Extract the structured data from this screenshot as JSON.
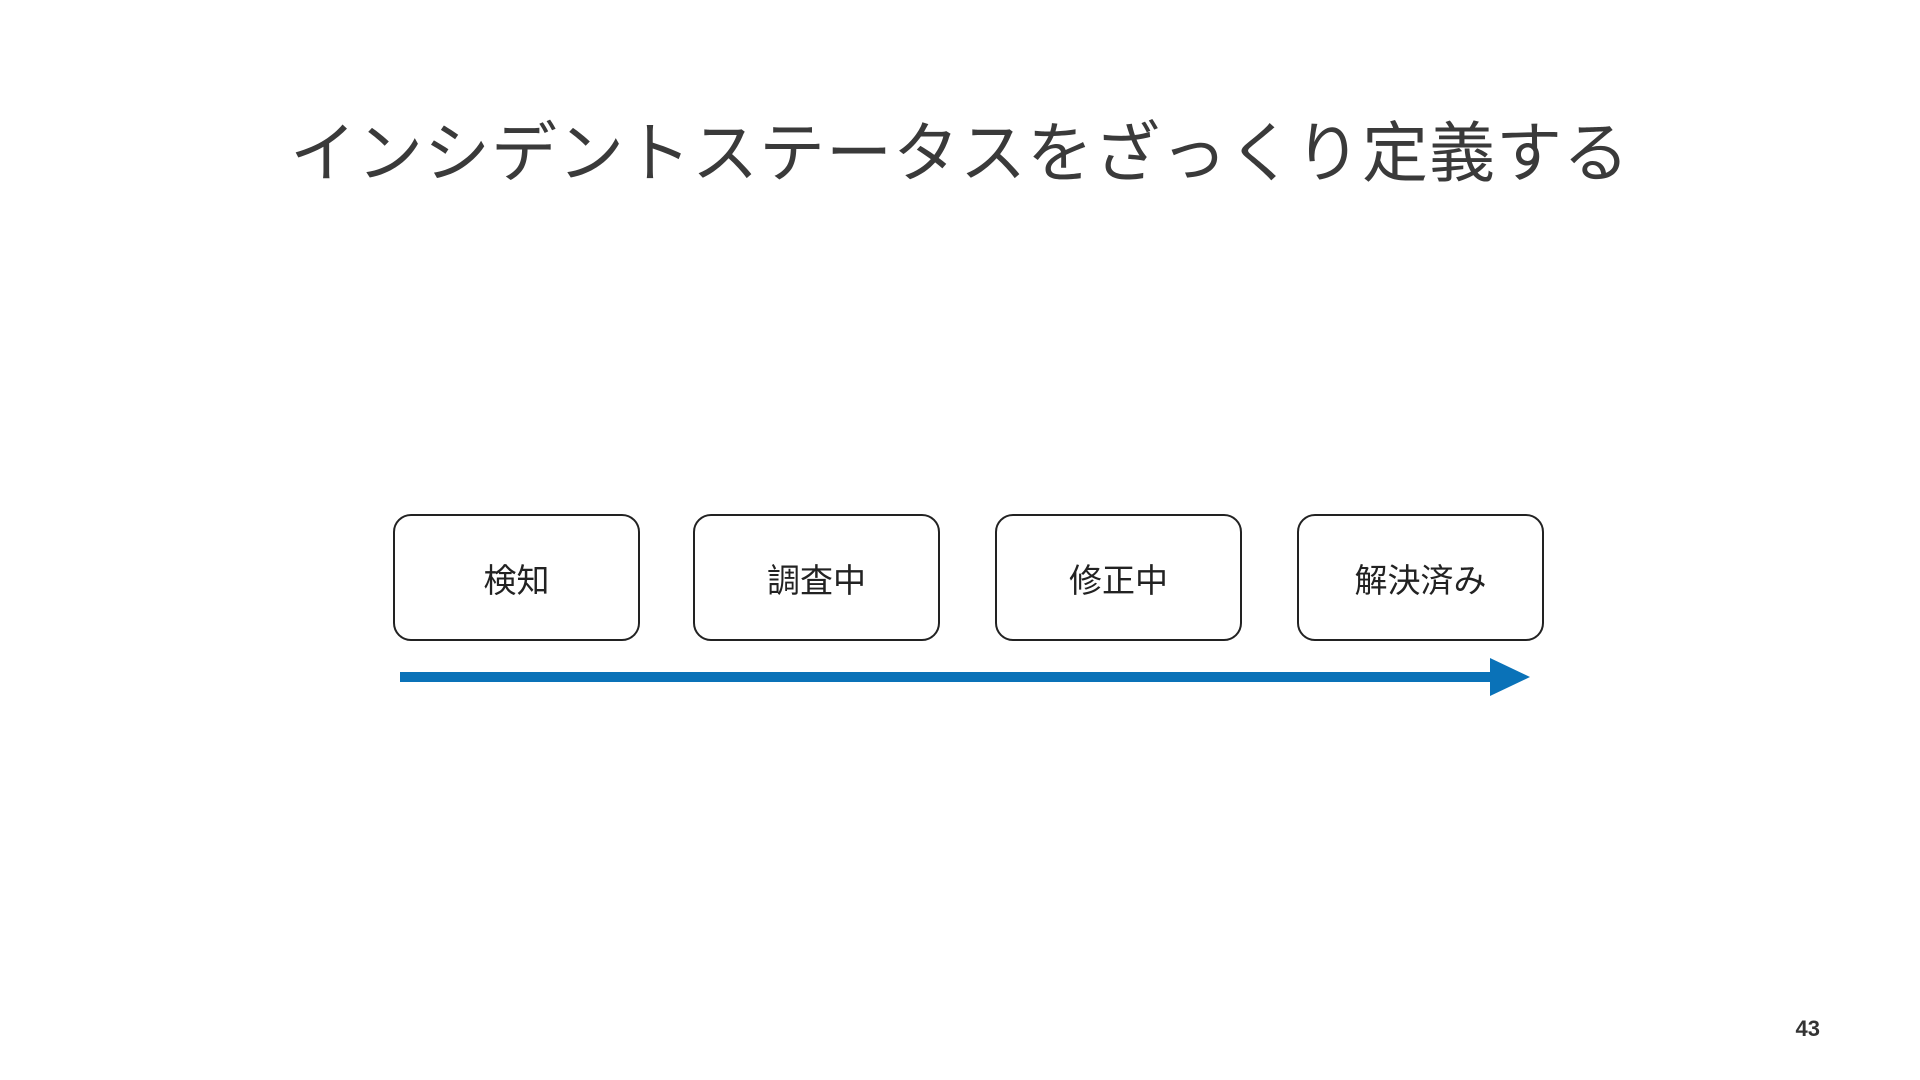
{
  "slide": {
    "title": "インシデントステータスをざっくり定義する",
    "page_number": "43"
  },
  "statuses": [
    {
      "label": "検知"
    },
    {
      "label": "調査中"
    },
    {
      "label": "修正中"
    },
    {
      "label": "解決済み"
    }
  ],
  "flow": {
    "direction": "left-to-right",
    "arrow_color": "#0a72b8"
  }
}
